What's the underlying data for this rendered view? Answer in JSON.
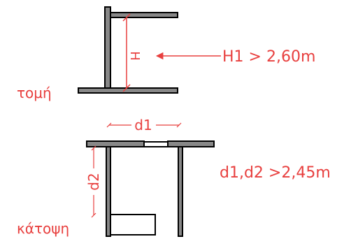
{
  "labels": {
    "section": "τομή",
    "plan": "κάτοψη",
    "height_symbol": "H",
    "height_rule": "H1 > 2,60m",
    "width_symbol": "d1",
    "depth_symbol": "d2",
    "plan_rule": "d1,d2 >2,45m"
  },
  "colors": {
    "annotation": "#e8403f",
    "wall_fill": "#888888",
    "wall_stroke": "#000000"
  }
}
